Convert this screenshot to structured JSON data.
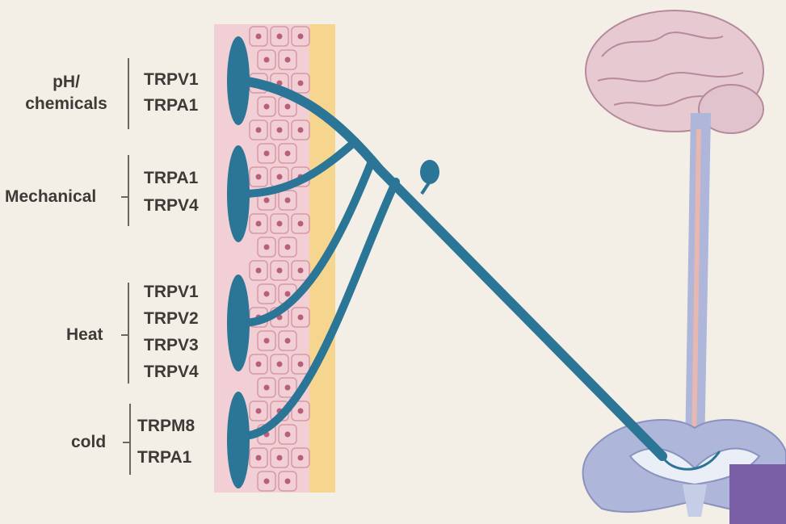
{
  "groups": [
    {
      "category": "pH/\nchemicals",
      "channels": [
        "TRPV1",
        "TRPA1"
      ]
    },
    {
      "category": "Mechanical",
      "channels": [
        "TRPA1",
        "TRPV4"
      ]
    },
    {
      "category": "Heat",
      "channels": [
        "TRPV1",
        "TRPV2",
        "TRPV3",
        "TRPV4"
      ]
    },
    {
      "category": "cold",
      "channels": [
        "TRPM8",
        "TRPA1"
      ]
    }
  ],
  "colors": {
    "background": "#f3efe6",
    "nerve": "#2b7597",
    "skin_cells": "#f2cfd5",
    "skin_edge": "#f6d58f",
    "brain": "#e7c9d2",
    "spinal_cord": "#aeb6d9",
    "label_text": "#3d3a37",
    "corner_box": "#7a5fa6"
  }
}
